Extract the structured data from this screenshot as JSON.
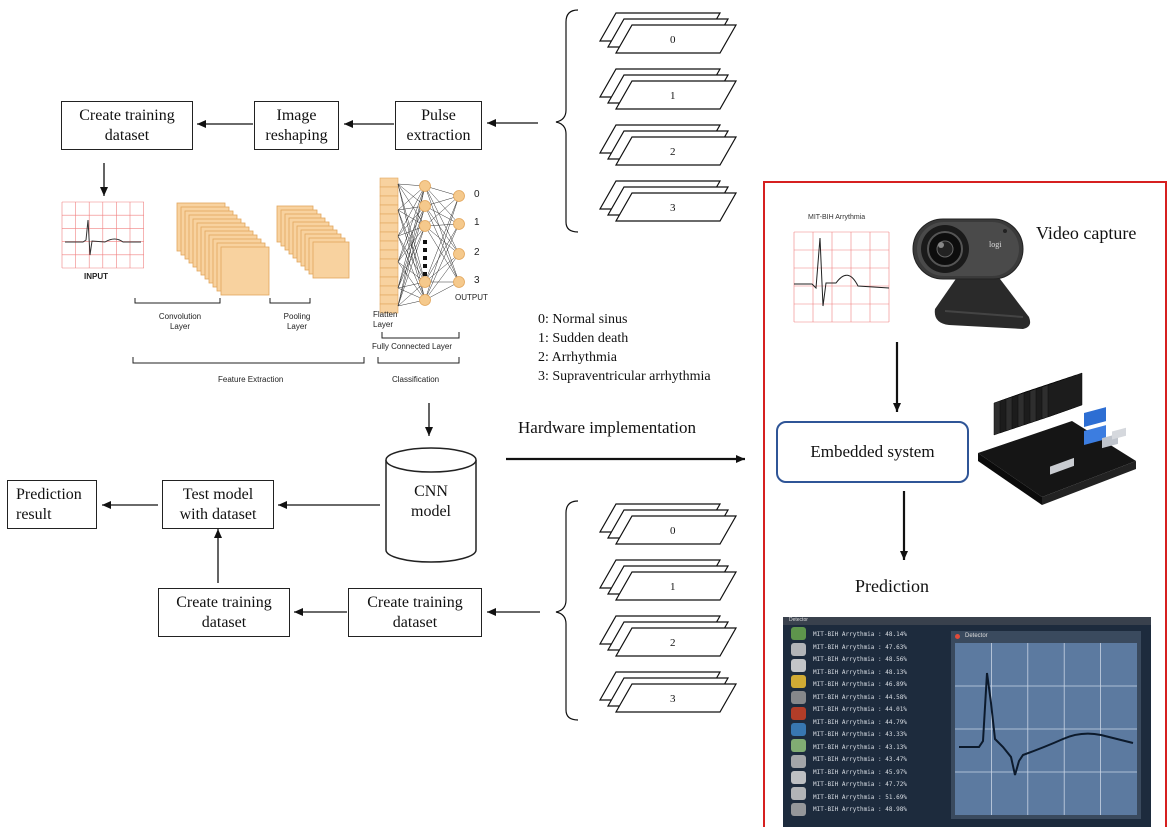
{
  "training_pipeline": {
    "create_training_dataset": "Create training\ndataset",
    "image_reshaping": "Image\nreshaping",
    "pulse_extraction": "Pulse\nextraction"
  },
  "cnn_diagram": {
    "input_label": "INPUT",
    "convolution_layer": "Convolution\nLayer",
    "pooling_layer": "Pooling\nLayer",
    "flatten_layer": "Flatten\nLayer",
    "fully_connected_layer": "Fully Connected Layer",
    "output_label": "OUTPUT",
    "output_classes": [
      "0",
      "1",
      "2",
      "3"
    ],
    "feature_extraction": "Feature Extraction",
    "classification": "Classification"
  },
  "image_stacks": {
    "top_labels": [
      "0",
      "1",
      "2",
      "3"
    ],
    "bottom_labels": [
      "0",
      "1",
      "2",
      "3"
    ]
  },
  "legend": {
    "items": [
      "0: Normal sinus",
      "1: Sudden death",
      "2: Arrhythmia",
      "3: Supraventricular arrhythmia"
    ]
  },
  "cnn_model": "CNN\nmodel",
  "hardware_implementation": "Hardware implementation",
  "test_pipeline": {
    "prediction_result": "Prediction\nresult",
    "test_model": "Test model\nwith dataset",
    "create_training_dataset_left": "Create training\ndataset",
    "create_training_dataset_right": "Create training\ndataset"
  },
  "hardware_panel": {
    "ecg_title": "MIT-BIH Arrythmia",
    "video_capture": "Video capture",
    "camera_brand": "logi",
    "embedded_system": "Embedded system",
    "prediction": "Prediction",
    "screen_window_left": "Detector",
    "screen_window_right": "Detector",
    "terminal_lines": [
      "MIT-BIH Arrythmia : 48.14%",
      "MIT-BIH Arrythmia : 47.63%",
      "MIT-BIH Arrythmia : 48.56%",
      "MIT-BIH Arrythmia : 48.13%",
      "MIT-BIH Arrythmia : 46.89%",
      "MIT-BIH Arrythmia : 44.58%",
      "MIT-BIH Arrythmia : 44.01%",
      "MIT-BIH Arrythmia : 44.79%",
      "MIT-BIH Arrythmia : 43.33%",
      "MIT-BIH Arrythmia : 43.13%",
      "MIT-BIH Arrythmia : 43.47%",
      "MIT-BIH Arrythmia : 45.97%",
      "MIT-BIH Arrythmia : 47.72%",
      "MIT-BIH Arrythmia : 51.69%",
      "MIT-BIH Arrythmia : 48.98%"
    ]
  },
  "colors": {
    "frame_red": "#d62020",
    "embedded_border": "#2f5597",
    "feature_map_fill": "#f8d29f",
    "feature_map_stroke": "#e2a65c",
    "neuron_fill": "#f5c98c",
    "screen_bg": "#1d2b3d",
    "grid_red": "#f08080"
  }
}
